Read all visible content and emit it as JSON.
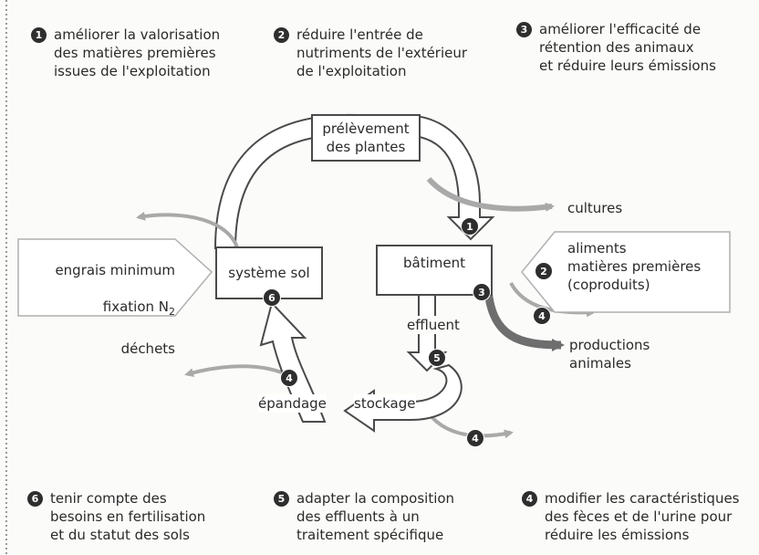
{
  "top_notes": [
    {
      "num": "1",
      "text": "améliorer la valorisation\ndes matières premières\nissues de l'exploitation"
    },
    {
      "num": "2",
      "text": "réduire l'entrée de\nnutriments de l'extérieur\nde l'exploitation"
    },
    {
      "num": "3",
      "text": "améliorer l'efficacité de\nrétention des animaux\net réduire leurs émissions"
    }
  ],
  "bottom_notes": [
    {
      "num": "6",
      "text": "tenir compte des\nbesoins en fertilisation\net du statut des sols"
    },
    {
      "num": "5",
      "text": "adapter la composition\ndes effluents à un\ntraitement spécifique"
    },
    {
      "num": "4",
      "text": "modifier les caractéristiques\ndes fèces et de l'urine pour\nréduire les émissions"
    }
  ],
  "boxes": {
    "prelevement": "prélèvement\ndes plantes",
    "systeme_sol": "système sol",
    "batiment": "bâtiment"
  },
  "inputs_left": {
    "line1": "engrais minimum",
    "line2_prefix": "fixation N",
    "line2_sub": "2",
    "line3": "déchets"
  },
  "inputs_right": "aliments\nmatières premières\n(coproduits)",
  "labels": {
    "cultures": "cultures",
    "productions": "productions\nanimales",
    "effluent": "effluent",
    "stockage": "stockage",
    "epandage": "épandage"
  },
  "diagram_badges": {
    "prelevement_arrow": "1",
    "batiment_right": "3",
    "aliments": "2",
    "emission_batiment": "4",
    "effluent": "5",
    "sol": "6",
    "epandage": "4",
    "stockage": "4"
  },
  "colors": {
    "gray_arrow": "#a9a9a9",
    "dark_arrow": "#6e6e6e",
    "stroke": "#4a4a4a"
  }
}
